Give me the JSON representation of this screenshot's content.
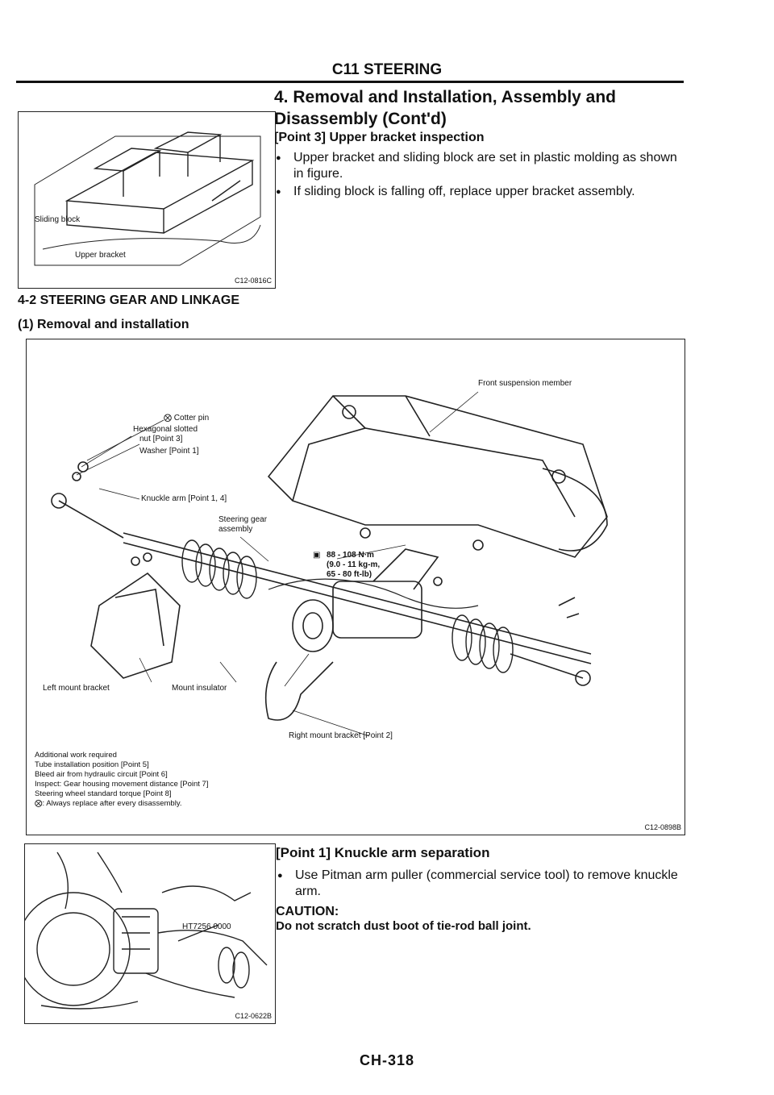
{
  "page": {
    "header": "C11 STEERING",
    "section_title_line1": "4. Removal and Installation, Assembly and",
    "section_title_line2": "Disassembly (Cont'd)",
    "footer": "CH-318"
  },
  "point3": {
    "heading": "[Point 3] Upper bracket inspection",
    "bullets": [
      "Upper bracket and sliding block are set in plastic molding as shown in figure.",
      "If sliding block is falling off, replace upper bracket assembly."
    ]
  },
  "fig1": {
    "code": "C12-0816C",
    "labels": {
      "sliding_block": "Sliding block",
      "upper_bracket": "Upper bracket"
    }
  },
  "section42": {
    "title": "4-2 STEERING GEAR AND LINKAGE",
    "sub": "(1) Removal and installation"
  },
  "fig2": {
    "code": "C12-0898B",
    "labels": {
      "front_suspension": "Front suspension member",
      "cotter_pin": "Cotter pin",
      "hex_nut_1": "Hexagonal slotted",
      "hex_nut_2": "nut [Point 3]",
      "washer": "Washer [Point 1]",
      "knuckle_arm": "Knuckle arm [Point 1, 4]",
      "steering_gear_1": "Steering gear",
      "steering_gear_2": "assembly",
      "torque_1": "88 - 108 N·m",
      "torque_2": "(9.0 - 11 kg-m,",
      "torque_3": "65 - 80 ft-lb)",
      "left_mount": "Left mount bracket",
      "mount_insulator": "Mount insulator",
      "right_mount": "Right mount bracket [Point 2]"
    },
    "notes": [
      "Additional work required",
      "Tube installation position [Point 5]",
      "Bleed air from hydraulic circuit [Point 6]",
      "Inspect: Gear housing movement distance [Point 7]",
      "Steering wheel standard torque [Point 8]",
      ": Always replace after every disassembly."
    ]
  },
  "fig3": {
    "code": "C12-0622B",
    "tool_label": "HT7256 0000"
  },
  "point1": {
    "heading": "[Point 1] Knuckle arm separation",
    "bullet": "Use Pitman arm puller (commercial service tool) to remove knuckle arm.",
    "caution_label": "CAUTION:",
    "caution_text": "Do not scratch dust boot of tie-rod ball joint."
  }
}
